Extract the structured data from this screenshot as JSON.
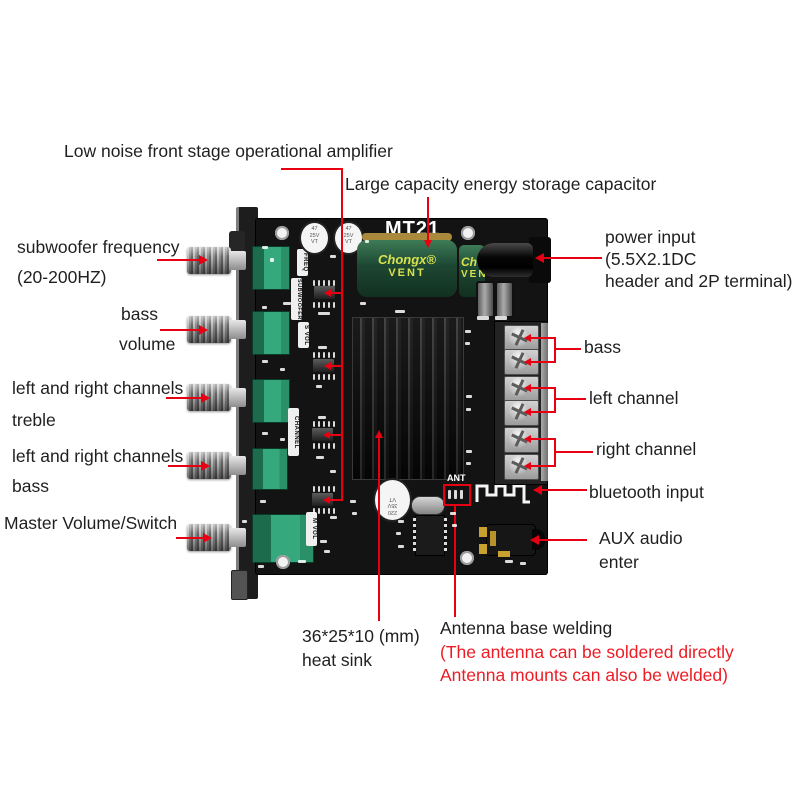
{
  "colors": {
    "background": "#ffffff",
    "annotation_line_red": "#e60012",
    "annotation_text_red": "#ed1c24",
    "annotation_text_black": "#1f1f1f",
    "pcb_black": "#131313",
    "pot_green": "#36a87d",
    "storage_cap_green": "#1e4a33",
    "cap_text_yellow": "#d8e24c"
  },
  "annotations": {
    "op_amp": "Low noise front stage operational amplifier",
    "storage_cap": "Large capacity energy storage capacitor",
    "sub_freq_l1": "subwoofer frequency",
    "sub_freq_l2": "(20-200HZ)",
    "bass_vol_l1": "bass",
    "bass_vol_l2": "volume",
    "treble_l1": "left and right channels",
    "treble_l2": "treble",
    "bass_knob_l1": "left and right channels",
    "bass_knob_l2": "bass",
    "master_volume": "Master Volume/Switch",
    "power_l1": "power input",
    "power_l2": "(5.5X2.1DC",
    "power_l3": "header and 2P terminal)",
    "bass_out": "bass",
    "left_channel": "left channel",
    "right_channel": "right channel",
    "bluetooth_input": "bluetooth input",
    "aux_l1": "AUX audio",
    "aux_l2": "enter",
    "heatsink_l1": "36*25*10 (mm)",
    "heatsink_l2": "heat sink",
    "antenna_l1": "Antenna base welding",
    "antenna_l2": "(The antenna can be soldered directly",
    "antenna_l3": "Antenna mounts can also be welded)"
  },
  "board": {
    "model": "MT21",
    "filter_cap_text": "47\n25V\nVT",
    "storage_cap_brand": "Chongx®",
    "storage_cap_vent": "VENT",
    "storage_cap2_brand": "Chongx®",
    "storage_cap2_vent": "VENT",
    "output_cap_text": "220\n35V\nVT",
    "ant_label": "ANT",
    "silkscreen_freq": "FREQ",
    "silkscreen_subwoofer": "SUBWOOFER",
    "silkscreen_s_vol": "S VOL",
    "silkscreen_channel": "CHANNEL",
    "silkscreen_m_vol": "M VOL"
  }
}
